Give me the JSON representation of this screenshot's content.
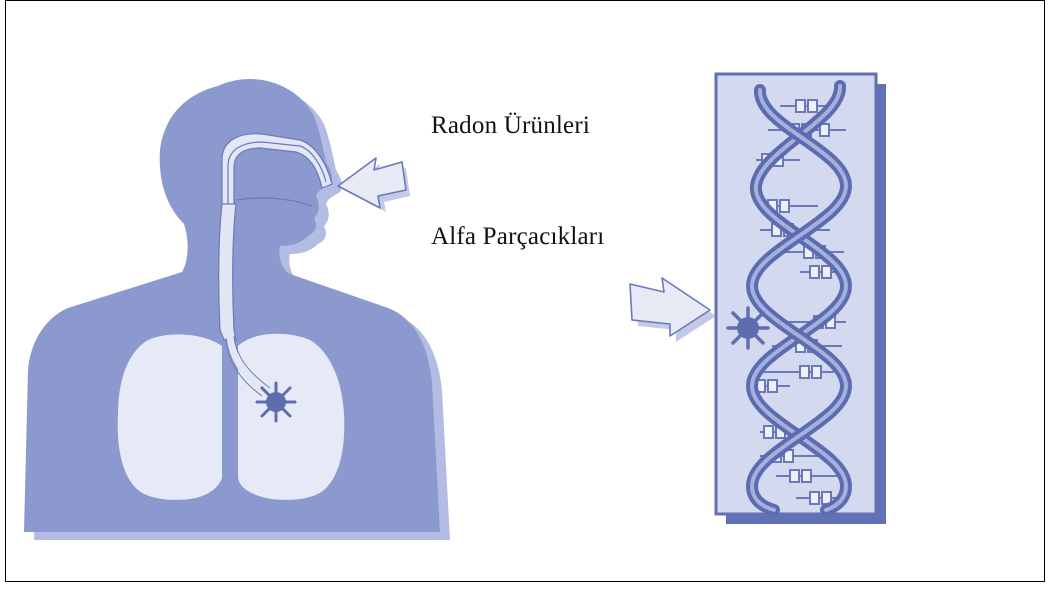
{
  "labels": {
    "radon_products": "Radon Ürünleri",
    "alpha_particles": "Alfa Parçacıkları"
  },
  "colors": {
    "body_fill": "#8b99cf",
    "body_shadow": "#b3bde3",
    "airway_fill": "#e3e7f5",
    "lung_fill": "#e6e9f6",
    "dna_panel_fill": "#d3d9ee",
    "dna_panel_border": "#6270b4",
    "dna_strand": "#5d6cb0",
    "dna_strand_light": "#a6b0dc",
    "arrow_fill": "#e8ebf6",
    "arrow_stroke": "#6b79bb",
    "tumor": "#5f6db0"
  },
  "icons": {
    "person": "human-respiratory-silhouette",
    "lung_damage": "starburst-icon",
    "dna_damage": "starburst-icon",
    "arrow_to_nose": "arrow-left-icon",
    "arrow_to_dna": "arrow-right-icon"
  }
}
